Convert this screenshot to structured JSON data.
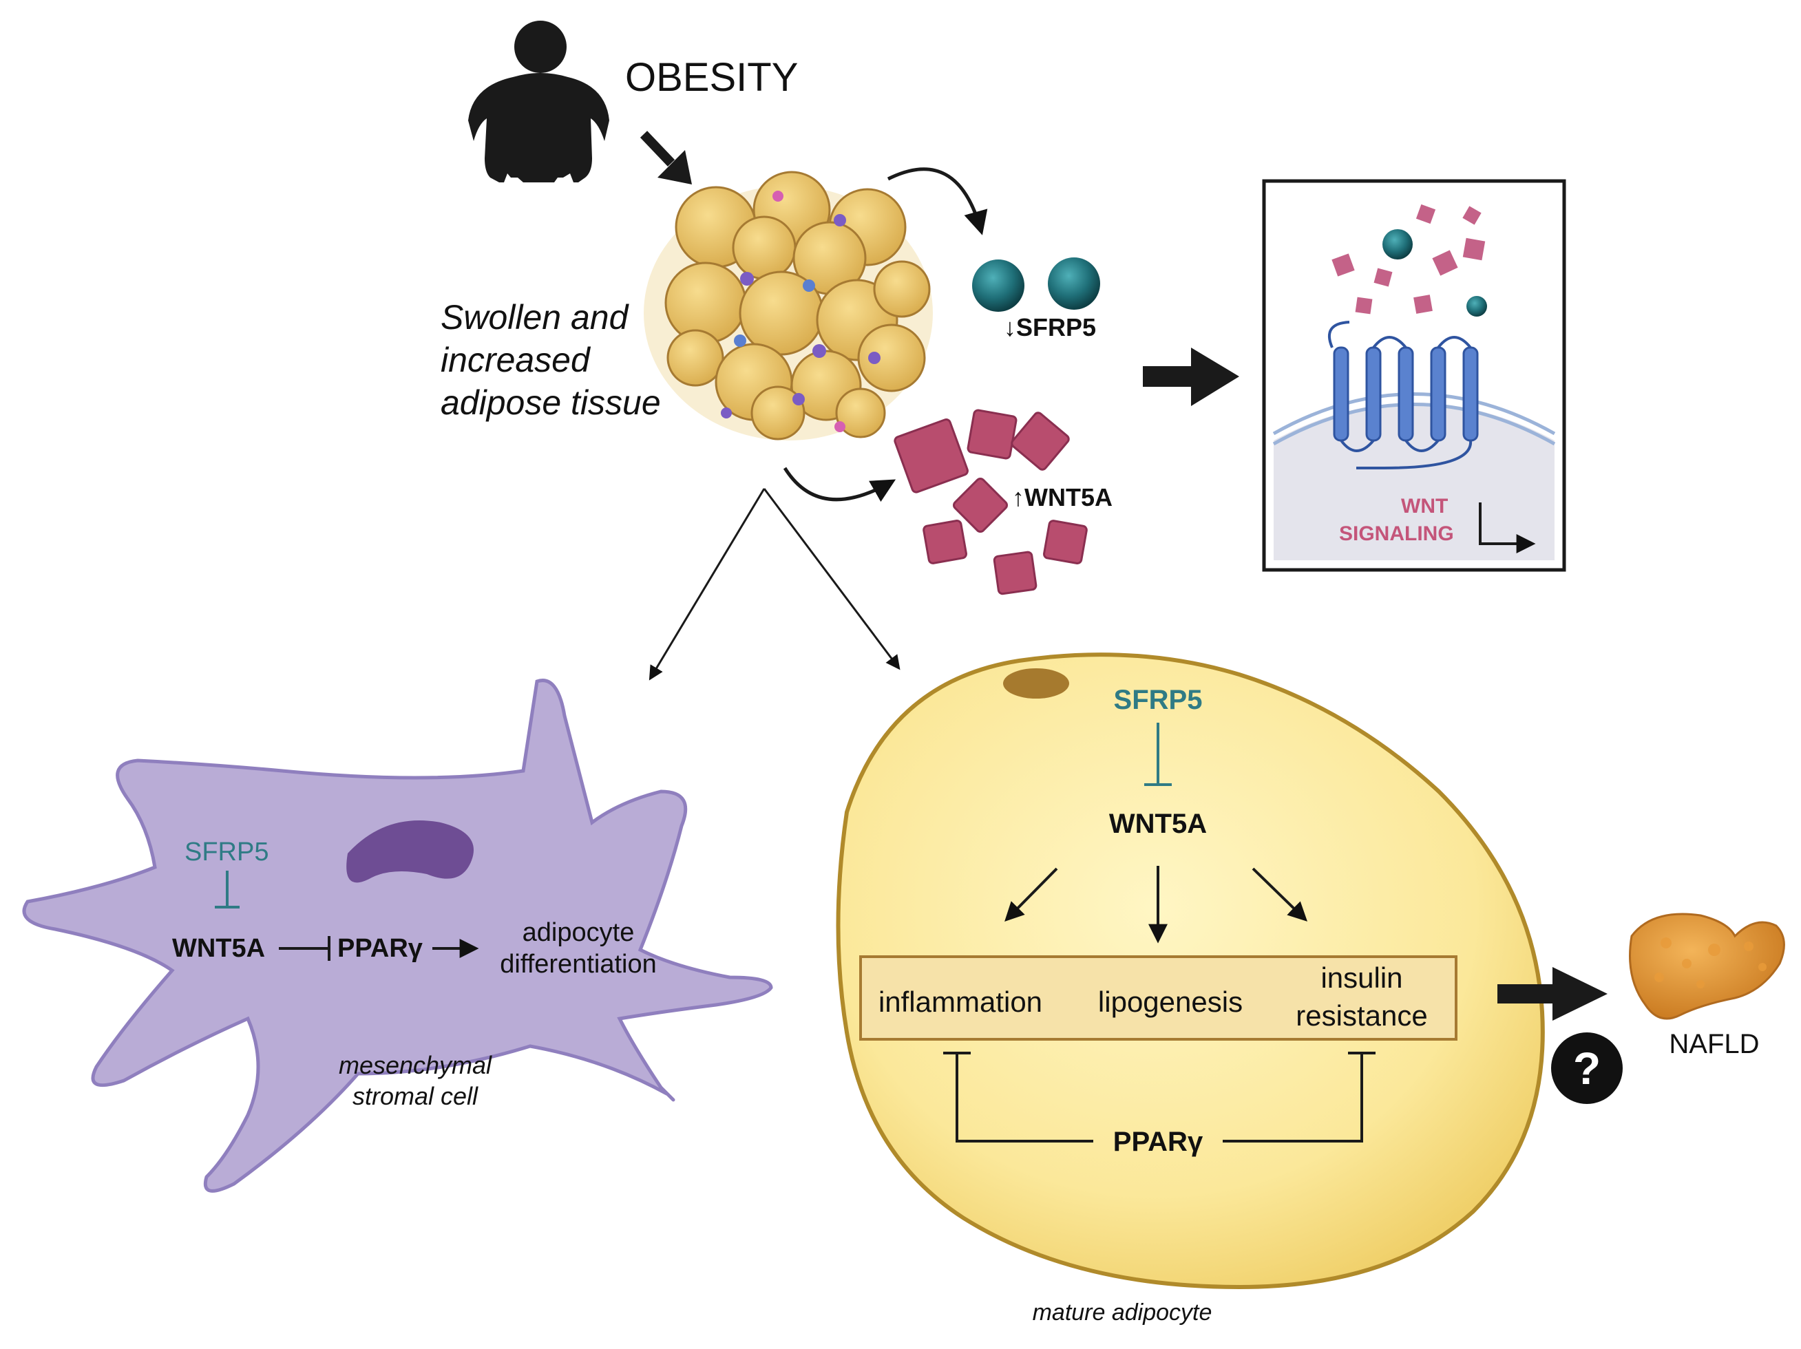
{
  "obesity": {
    "label": "OBESITY"
  },
  "tissue": {
    "lines": [
      "Swollen and",
      "increased",
      "adipose tissue"
    ]
  },
  "secreted": {
    "sfrp5": "↓SFRP5",
    "wnt5a": "↑WNT5A"
  },
  "wnt_box": {
    "line1": "WNT",
    "line2": "SIGNALING"
  },
  "msc": {
    "sfrp5": "SFRP5",
    "wnt5a": "WNT5A",
    "ppar": "PPARγ",
    "diff_line1": "adipocyte",
    "diff_line2": "differentiation",
    "caption1": "mesenchymal",
    "caption2": "stromal cell"
  },
  "adipocyte": {
    "sfrp5": "SFRP5",
    "wnt5a": "WNT5A",
    "effects": {
      "inflammation": "inflammation",
      "lipogenesis": "lipogenesis",
      "insulin1": "insulin",
      "insulin2": "resistance"
    },
    "ppar": "PPARγ",
    "caption": "mature adipocyte"
  },
  "nafld": {
    "label": "NAFLD",
    "question": "?"
  },
  "colors": {
    "teal": "#1f6f78",
    "wnt_pink": "#b84d6e",
    "fat_yellow": "#e9c56f",
    "msc_purple": "#b9acd6",
    "adipocyte_fill": "#fbe89a",
    "adipocyte_edge": "#b08a2a"
  }
}
